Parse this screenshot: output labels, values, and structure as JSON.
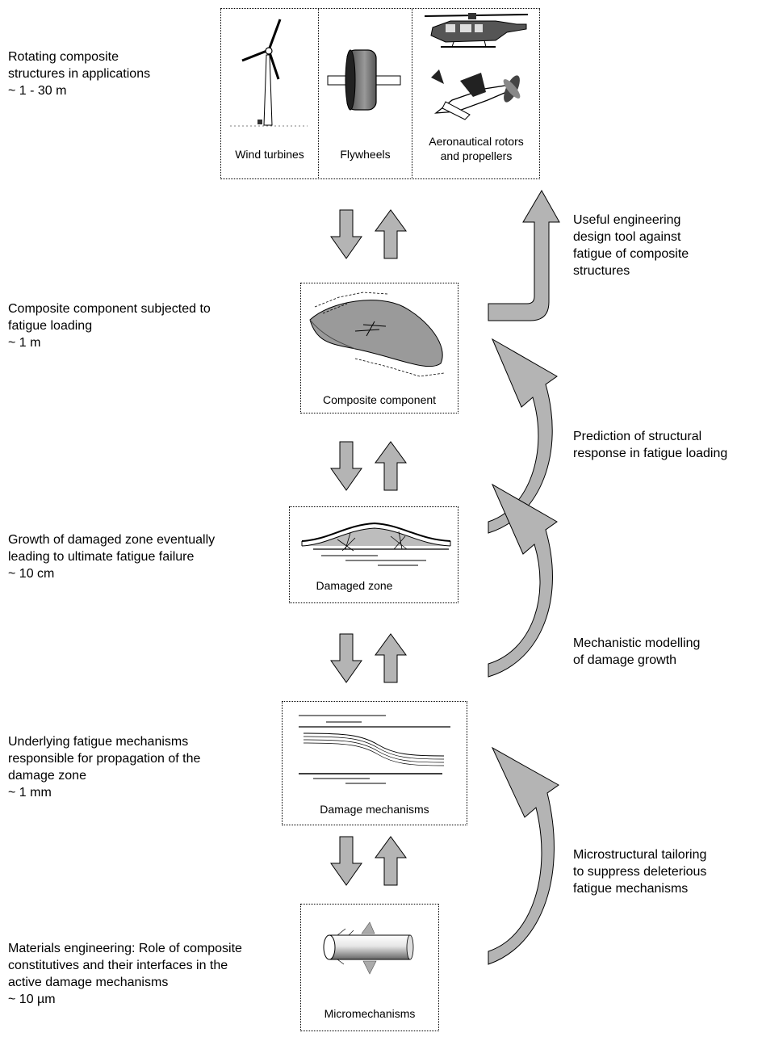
{
  "levels": [
    {
      "lines": [
        "Rotating composite",
        "structures in applications",
        "~ 1 - 30 m"
      ]
    },
    {
      "lines": [
        "Composite component subjected to",
        "fatigue loading",
        "~ 1 m"
      ]
    },
    {
      "lines": [
        "Growth of damaged zone eventually",
        "leading to ultimate fatigue failure",
        "~ 10 cm"
      ]
    },
    {
      "lines": [
        "Underlying fatigue mechanisms",
        "responsible for propagation of the",
        "damage zone",
        "~ 1 mm"
      ]
    },
    {
      "lines": [
        "Materials engineering: Role of composite",
        "constitutives and their interfaces in the",
        "active damage mechanisms",
        "~ 10 µm"
      ]
    }
  ],
  "panels": {
    "top": {
      "wind": "Wind turbines",
      "flywheel": "Flywheels",
      "aero": [
        "Aeronautical rotors",
        "and propellers"
      ]
    },
    "component": "Composite component",
    "damaged": "Damaged zone",
    "mechanisms": "Damage mechanisms",
    "micro": "Micromechanisms"
  },
  "right_labels": [
    {
      "lines": [
        "Useful engineering",
        "design tool against",
        "fatigue of composite",
        "structures"
      ]
    },
    {
      "lines": [
        "Prediction of structural",
        "response in fatigue loading"
      ]
    },
    {
      "lines": [
        "Mechanistic modelling",
        "of damage growth"
      ]
    },
    {
      "lines": [
        "Microstructural tailoring",
        "to suppress deleterious",
        "fatigue mechanisms"
      ]
    }
  ],
  "colors": {
    "arrow_fill": "#b4b4b4",
    "arrow_dark": "#808080",
    "line": "#000000"
  }
}
